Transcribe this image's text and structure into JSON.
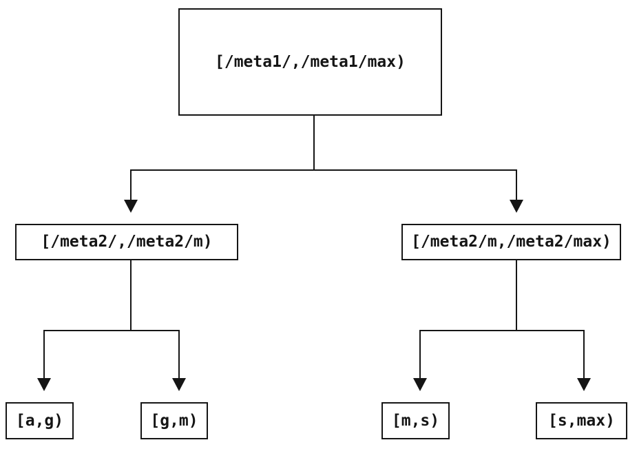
{
  "colors": {
    "background": "#ffffff",
    "line": "#151515",
    "node_border": "#151515",
    "node_fill": "#ffffff",
    "text": "#151515"
  },
  "nodes": {
    "root": {
      "label": "[/meta1/,/meta1/max)"
    },
    "mid_left": {
      "label": "[/meta2/,/meta2/m)"
    },
    "mid_right": {
      "label": "[/meta2/m,/meta2/max)"
    },
    "leaf_a_g": {
      "label": "[a,g)"
    },
    "leaf_g_m": {
      "label": "[g,m)"
    },
    "leaf_m_s": {
      "label": "[m,s)"
    },
    "leaf_s_max": {
      "label": "[s,max)"
    }
  },
  "edges": [
    {
      "from": "root",
      "to": "mid_left"
    },
    {
      "from": "root",
      "to": "mid_right"
    },
    {
      "from": "mid_left",
      "to": "leaf_a_g"
    },
    {
      "from": "mid_left",
      "to": "leaf_g_m"
    },
    {
      "from": "mid_right",
      "to": "leaf_m_s"
    },
    {
      "from": "mid_right",
      "to": "leaf_s_max"
    }
  ]
}
